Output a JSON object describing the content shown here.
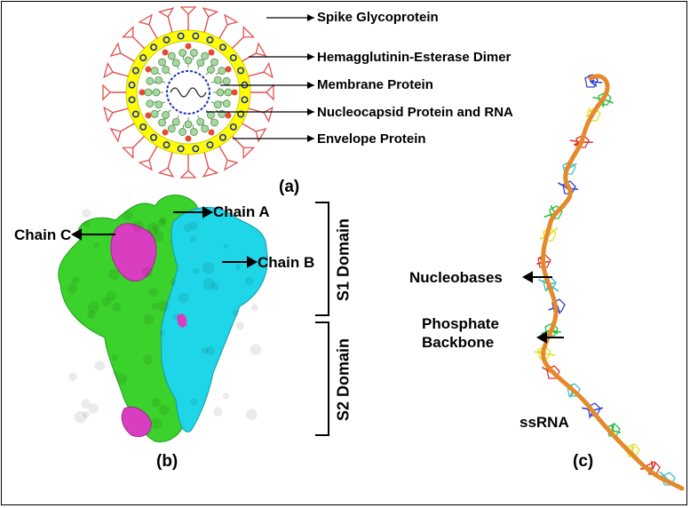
{
  "panel_a": {
    "caption": "(a)",
    "labels": {
      "spike": "Spike Glycoprotein",
      "he_dimer": "Hemagglutinin-Esterase Dimer",
      "membrane": "Membrane Protein",
      "nucleocapsid": "Nucleocapsid Protein and RNA",
      "envelope": "Envelope Protein"
    }
  },
  "panel_b": {
    "caption": "(b)",
    "chain_a": "Chain A",
    "chain_b": "Chain B",
    "chain_c": "Chain C",
    "s1_domain": "S1 Domain",
    "s2_domain": "S2 Domain"
  },
  "panel_c": {
    "caption": "(c)",
    "nucleobases": "Nucleobases",
    "phosphate_line1": "Phosphate",
    "phosphate_line2": "Backbone",
    "ssrna": "ssRNA"
  },
  "colors": {
    "chain_a": "#3bd22b",
    "chain_b": "#1fd6e8",
    "chain_c": "#d93dc0",
    "envelope_ring": "#ffff00",
    "spike": "#e05050",
    "he_dimer": "#1b2fb5",
    "nucleocapsid": "#a8d8a0",
    "backbone": "#e58a2a"
  }
}
